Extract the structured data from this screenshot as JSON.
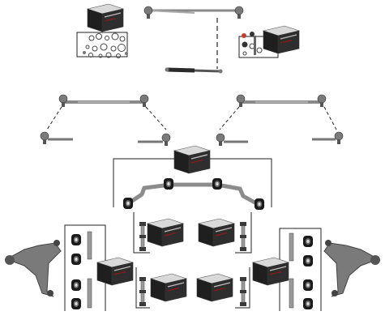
{
  "page": {
    "title": "",
    "background": "#ffffff"
  },
  "colors": {
    "metal": "#9a9a9a",
    "metal_dark": "#5e5e5e",
    "metal_light": "#c8c8c8",
    "rubber": "#1f1f1f",
    "box_front": "#2b2b2b",
    "box_top": "#d9d9d9",
    "box_side": "#bdbdbd",
    "box_stripe": "#8b1a1a",
    "line": "#222222"
  },
  "groups": [
    {
      "name": "steering-tie-rod-set",
      "icon": "tie-rod-icon"
    },
    {
      "name": "track-rod-assembly-left",
      "icon": "track-rod-icon"
    },
    {
      "name": "track-rod-assembly-right",
      "icon": "track-rod-icon"
    },
    {
      "name": "stabilizer-bar-with-bushings",
      "icon": "stabilizer-icon"
    },
    {
      "name": "control-arm-left",
      "icon": "control-arm-icon"
    },
    {
      "name": "control-arm-right",
      "icon": "control-arm-icon"
    },
    {
      "name": "stabilizer-links",
      "icon": "link-icon"
    }
  ],
  "packaging_boxes": [
    {
      "name": "repair-kit-box-top-left"
    },
    {
      "name": "repair-kit-box-top-right"
    },
    {
      "name": "stabilizer-kit-box"
    },
    {
      "name": "control-arm-box-left-upper"
    },
    {
      "name": "control-arm-box-left-lower"
    },
    {
      "name": "link-box-center-left-upper"
    },
    {
      "name": "link-box-center-left-lower"
    },
    {
      "name": "link-box-center-right-upper"
    },
    {
      "name": "link-box-center-right-lower"
    },
    {
      "name": "control-arm-box-right"
    }
  ]
}
